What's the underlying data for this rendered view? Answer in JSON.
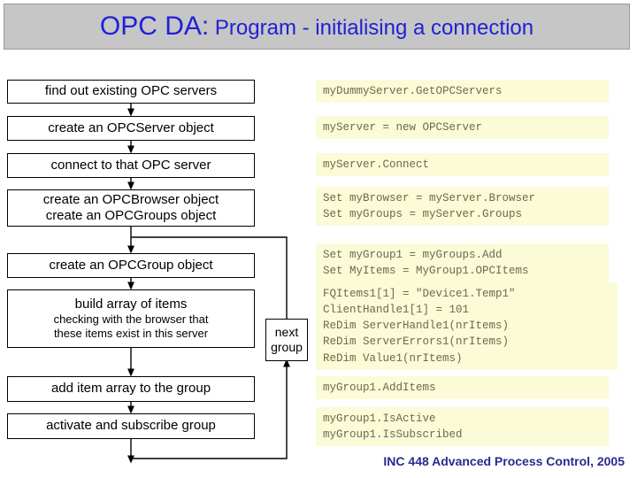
{
  "title": {
    "main": "OPC DA:",
    "sub": " Program - initialising a connection"
  },
  "colors": {
    "title_bar_bg": "#c6c6c6",
    "title_text": "#2020d8",
    "code_bg": "#fbfbd8",
    "code_text": "#6b6b4a",
    "footer_text": "#2a2a8c",
    "box_border": "#000000"
  },
  "flowchart": {
    "boxes": [
      {
        "id": "find",
        "line1": "find out existing OPC servers"
      },
      {
        "id": "create-srv",
        "line1": "create an OPCServer object"
      },
      {
        "id": "connect",
        "line1": "connect to that OPC server"
      },
      {
        "id": "browser",
        "line1": "create an OPCBrowser object",
        "line2": "create an OPCGroups object"
      },
      {
        "id": "group",
        "line1": "create an OPCGroup object"
      },
      {
        "id": "items",
        "line1": "build array of items",
        "line2": "checking with the browser that",
        "line3": "these items exist in this server"
      },
      {
        "id": "additem",
        "line1": "add item array to the group"
      },
      {
        "id": "activate",
        "line1": "activate and subscribe group"
      }
    ],
    "loop_box": {
      "line1": "next",
      "line2": "group"
    }
  },
  "code_blocks": [
    {
      "id": "get-servers",
      "text": "myDummyServer.GetOPCServers"
    },
    {
      "id": "new-server",
      "text": "myServer = new OPCServer"
    },
    {
      "id": "connect",
      "text": "myServer.Connect"
    },
    {
      "id": "browser-groups",
      "text": "Set myBrowser = myServer.Browser\nSet myGroups = myServer.Groups"
    },
    {
      "id": "group-items",
      "text": "Set myGroup1 = myGroups.Add\nSet MyItems = MyGroup1.OPCItems"
    },
    {
      "id": "item-array",
      "text": "FQItems1[1] = \"Device1.Temp1\"\nClientHandle1[1] = 101\nReDim ServerHandle1(nrItems)\nReDim ServerErrors1(nrItems)\nReDim Value1(nrItems)"
    },
    {
      "id": "add-items",
      "text": "myGroup1.AddItems"
    },
    {
      "id": "active-sub",
      "text": "myGroup1.IsActive\nmyGroup1.IsSubscribed"
    }
  ],
  "footer": {
    "text": "INC 448 Advanced Process Control, 2005"
  }
}
